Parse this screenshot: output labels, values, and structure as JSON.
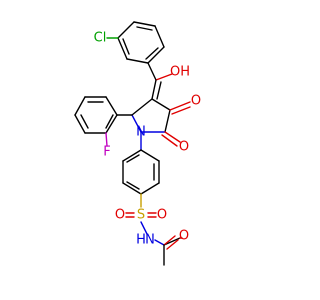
{
  "molecule": {
    "atoms": {
      "cl": "Cl",
      "oh": "OH",
      "o_keto": "O",
      "o_lactam": "O",
      "n_ring": "N",
      "f": "F",
      "s": "S",
      "o_s_left": "O",
      "o_s_right": "O",
      "n_h": "N",
      "h": "H",
      "o_acetyl": "O"
    },
    "colors": {
      "carbon": "#000000",
      "oxygen": "#e00000",
      "nitrogen": "#0000e0",
      "sulfur": "#c8a000",
      "chlorine": "#00a000",
      "fluorine": "#c000c0"
    }
  }
}
